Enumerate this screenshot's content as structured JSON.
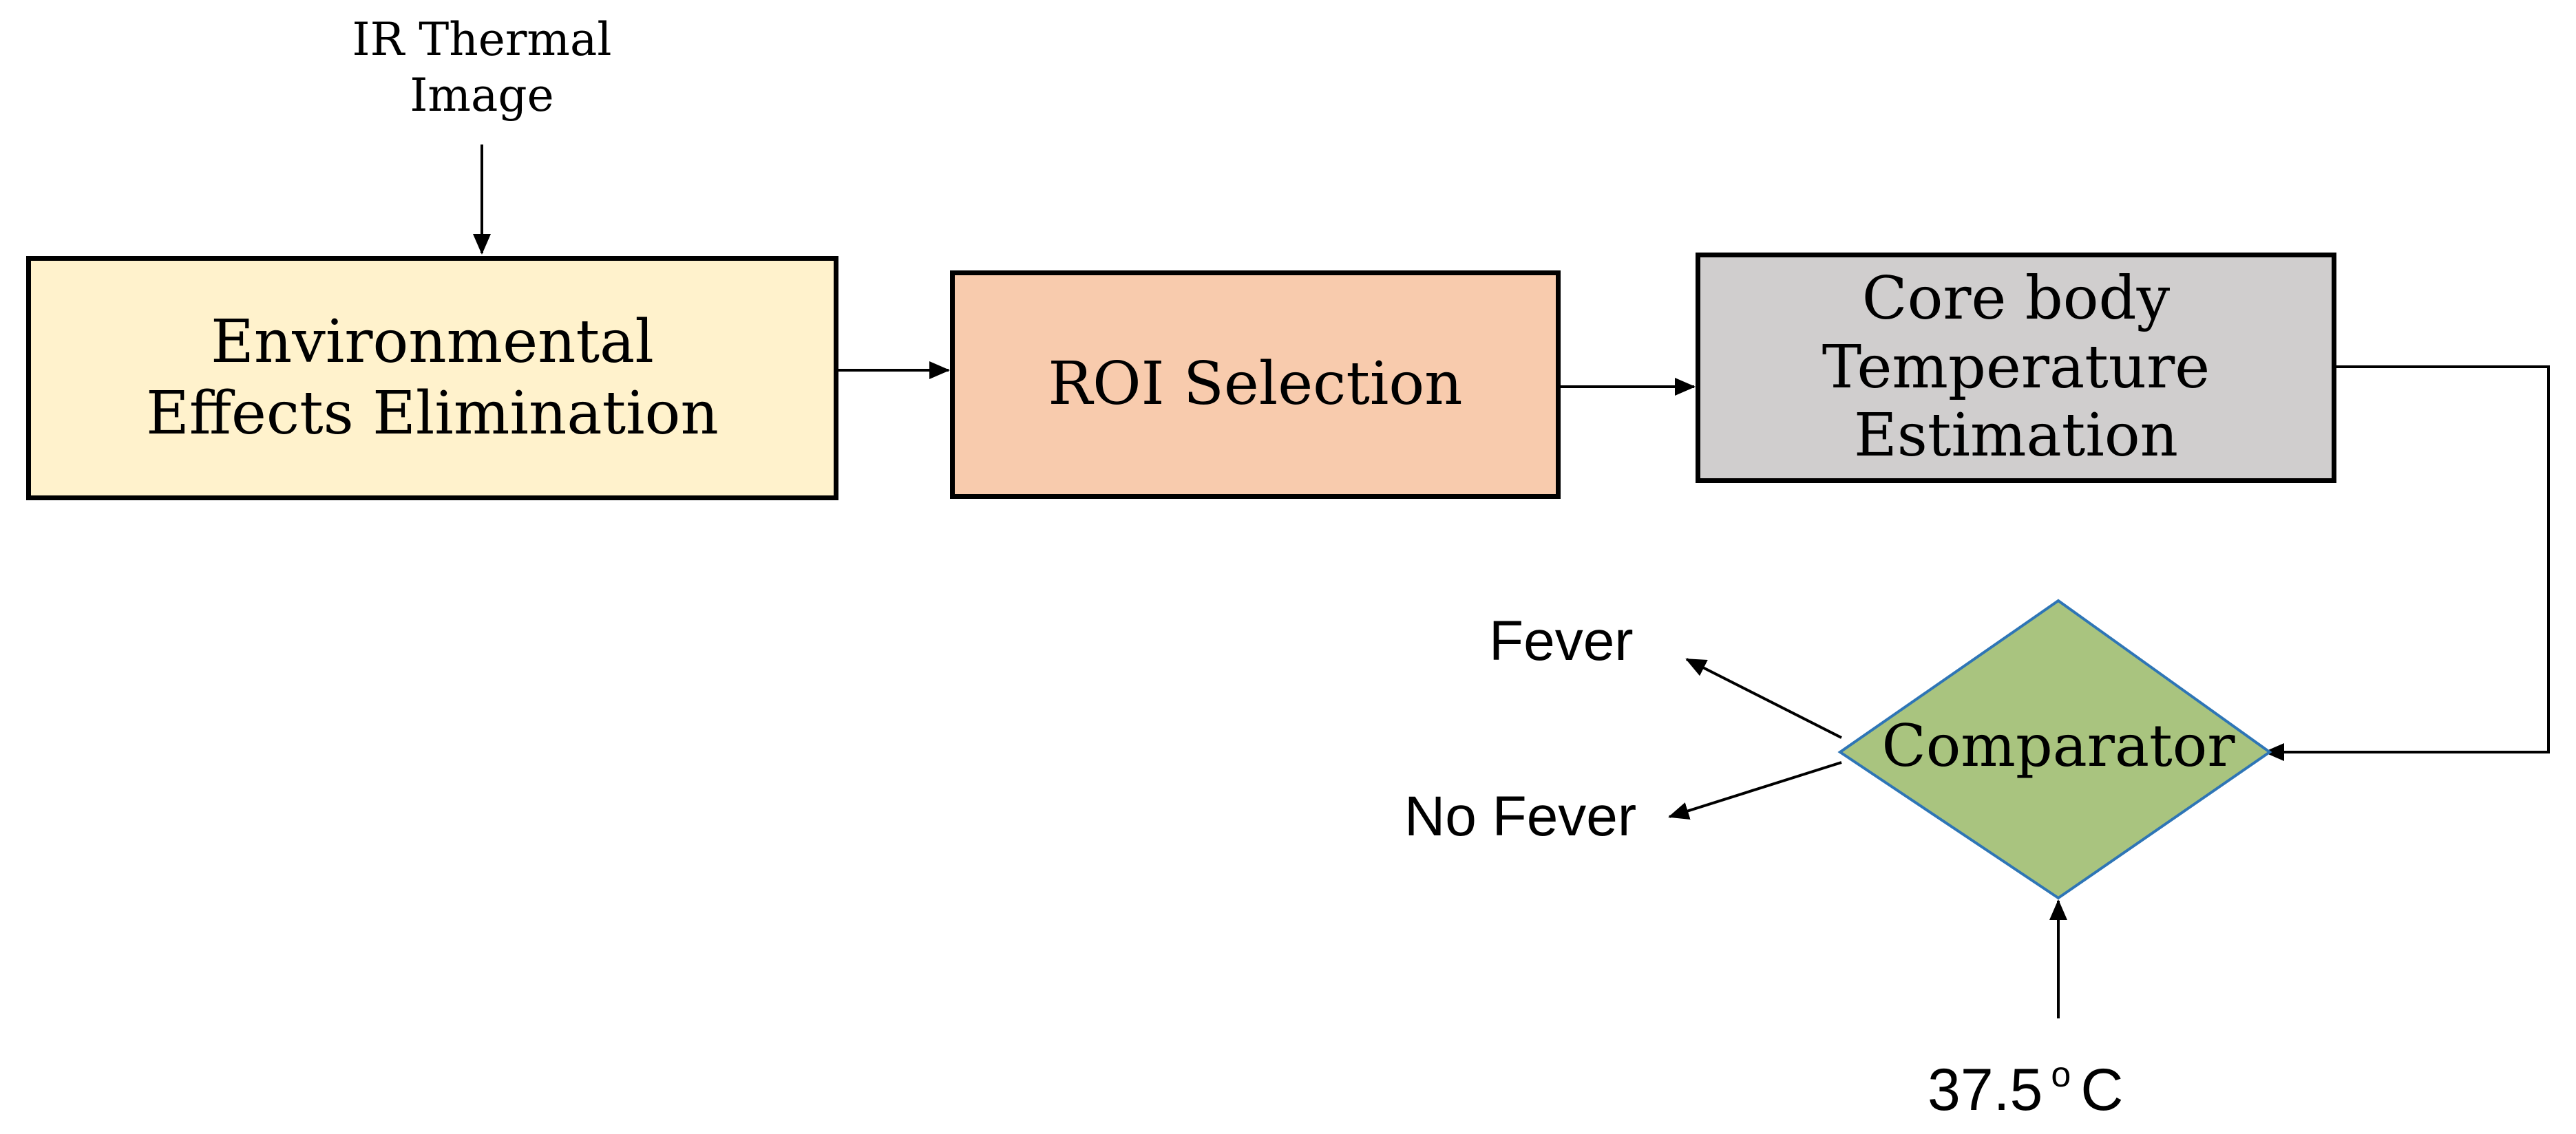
{
  "diagram": {
    "input": "IR Thermal\nImage",
    "steps": [
      {
        "id": "env",
        "label": "Environmental\nEffects Elimination",
        "fill": "#fff2cc"
      },
      {
        "id": "roi",
        "label": "ROI Selection",
        "fill": "#f8cbad"
      },
      {
        "id": "core",
        "label": "Core body\nTemperature\nEstimation",
        "fill": "#d0cece"
      }
    ],
    "decision": {
      "label": "Comparator",
      "fill": "#a9c47f",
      "stroke": "#2e75b6"
    },
    "outputs": {
      "fever": "Fever",
      "no_fever": "No Fever"
    },
    "threshold": {
      "value": "37.5",
      "degree": "o",
      "unit": "C"
    },
    "colors": {
      "stroke": "#000000"
    }
  }
}
